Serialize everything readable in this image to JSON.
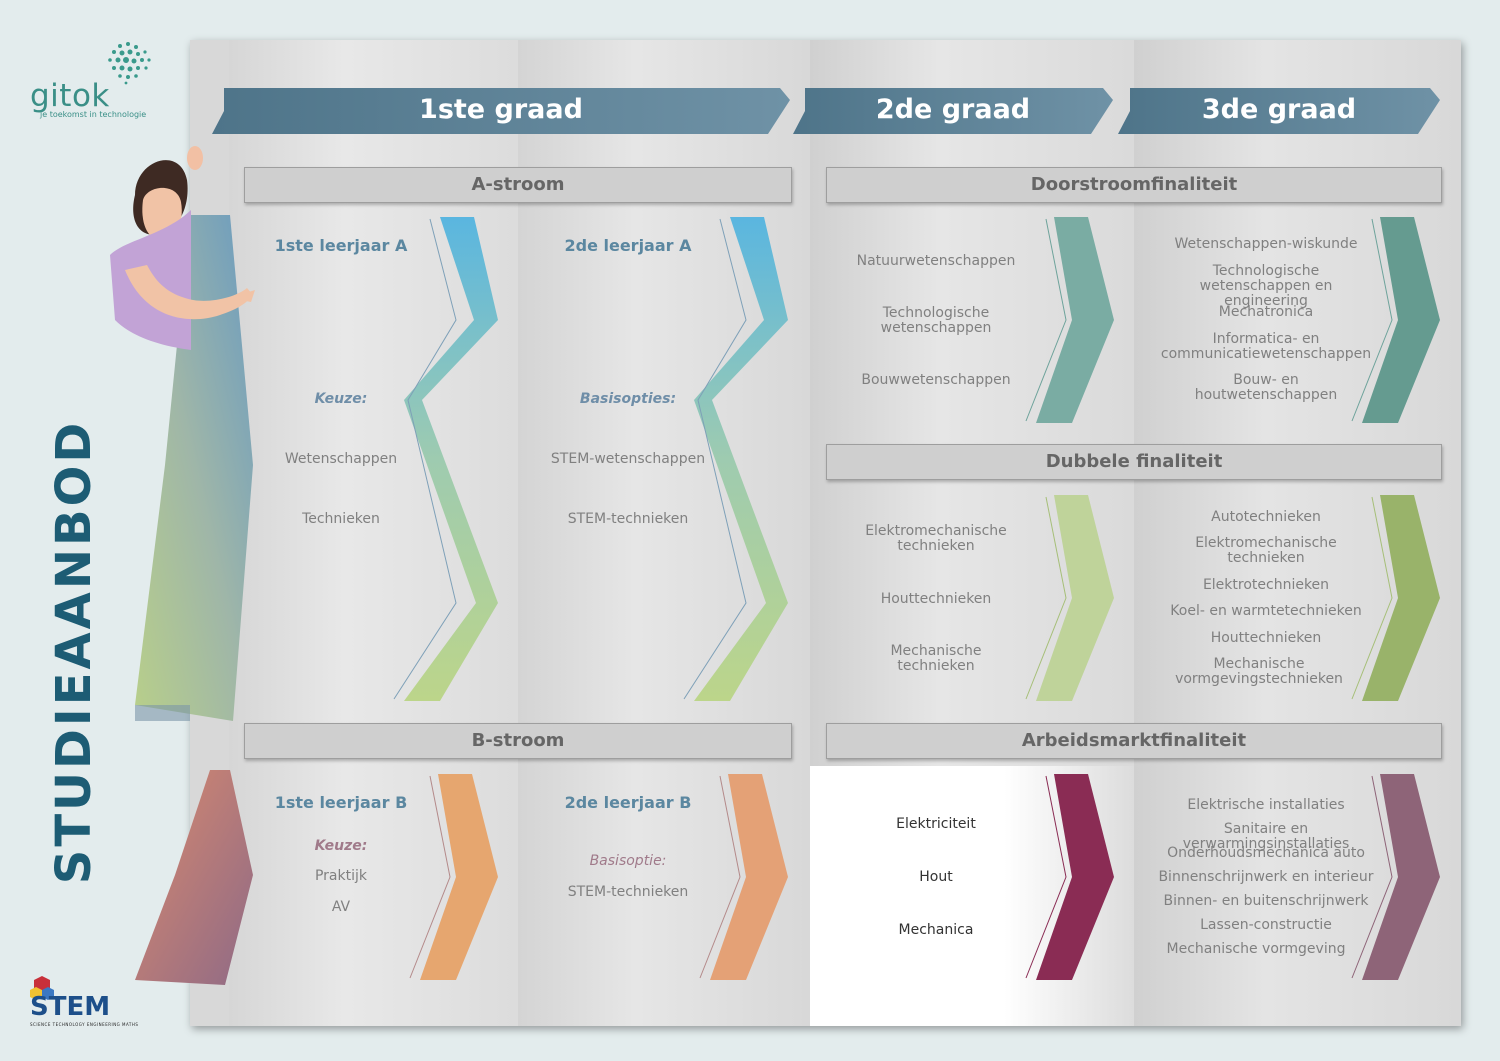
{
  "logo": {
    "name": "gitok",
    "tagline": "je toekomst in technologie"
  },
  "title": "STUDIEAANBOD",
  "stem_logo": {
    "name": "STEM",
    "tagline": "SCIENCE TECHNOLOGY ENGINEERING MATHS"
  },
  "grades": {
    "g1": "1ste graad",
    "g2": "2de graad",
    "g3": "3de graad"
  },
  "sections": {
    "a_stroom": "A-stroom",
    "b_stroom": "B-stroom",
    "doorstroom": "Doorstroomfinaliteit",
    "dubbele": "Dubbele finaliteit",
    "arbeidsmarkt": "Arbeidsmarktfinaliteit"
  },
  "cards": {
    "leerjaar_1a": {
      "title": "1ste leerjaar A",
      "label": "Keuze:",
      "items": [
        "Wetenschappen",
        "Technieken"
      ]
    },
    "leerjaar_2a": {
      "title": "2de leerjaar A",
      "label": "Basisopties:",
      "items": [
        "STEM-wetenschappen",
        "STEM-technieken"
      ]
    },
    "leerjaar_1b": {
      "title": "1ste leerjaar B",
      "label": "Keuze:",
      "items": [
        "Praktijk",
        "AV"
      ]
    },
    "leerjaar_2b": {
      "title": "2de leerjaar B",
      "label": "Basisoptie:",
      "items": [
        "STEM-technieken"
      ]
    },
    "doorstroom_2": {
      "items": [
        "Natuurwetenschappen",
        "Technologische wetenschappen",
        "Bouwwetenschappen"
      ]
    },
    "doorstroom_3": {
      "items": [
        "Wetenschappen-wiskunde",
        "Technologische wetenschappen en engineering",
        "Mechatronica",
        "Informatica- en communicatiewetenschappen",
        "Bouw- en houtwetenschappen"
      ]
    },
    "dubbele_2": {
      "items": [
        "Elektromechanische technieken",
        "Houttechnieken",
        "Mechanische technieken"
      ]
    },
    "dubbele_3": {
      "items": [
        "Autotechnieken",
        "Elektromechanische technieken",
        "Elektrotechnieken",
        "Koel- en warmtetechnieken",
        "Houttechnieken",
        "Mechanische vormgevingstechnieken"
      ]
    },
    "arbeid_2": {
      "items": [
        "Elektriciteit",
        "Hout",
        "Mechanica"
      ]
    },
    "arbeid_3": {
      "items": [
        "Elektrische installaties",
        "Sanitaire en verwarmingsinstallaties",
        "Onderhoudsmechanica auto",
        "Binnenschrijnwerk en interieur",
        "Binnen- en buitenschrijnwerk",
        "Lassen-constructie",
        "Mechanische vormgeving"
      ]
    }
  },
  "colors": {
    "title": "#1d5c74",
    "banner": "#5c7f94",
    "card_title": "#5b87a0",
    "a_stroom_chevron": [
      "#5ab6e0",
      "#9fcfa6",
      "#bcd58a"
    ],
    "b_stroom_chevron": [
      "#d88a72",
      "#e6a66f"
    ],
    "doorstroom_chevron": "#6ea39b",
    "dubbele_chevron": "#a6bf78",
    "arbeid_2_chevron": "#8a2c54",
    "arbeid_3_chevron": "#8e6478"
  }
}
